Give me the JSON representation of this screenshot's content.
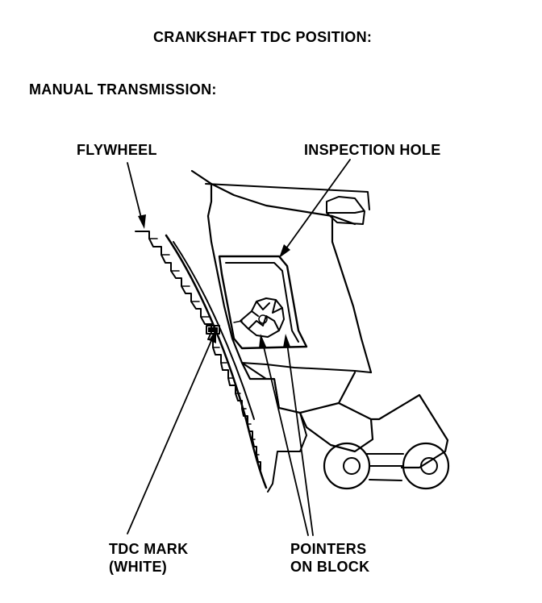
{
  "header": {
    "title": "CRANKSHAFT TDC POSITION:",
    "subtitle": "MANUAL TRANSMISSION:"
  },
  "labels": {
    "flywheel": "FLYWHEEL",
    "inspection_hole": "INSPECTION HOLE",
    "tdc_mark": [
      "TDC MARK",
      "(WHITE)"
    ],
    "pointers": [
      "POINTERS",
      "ON BLOCK"
    ]
  },
  "colors": {
    "ink": "#000000",
    "paper": "#ffffff"
  }
}
